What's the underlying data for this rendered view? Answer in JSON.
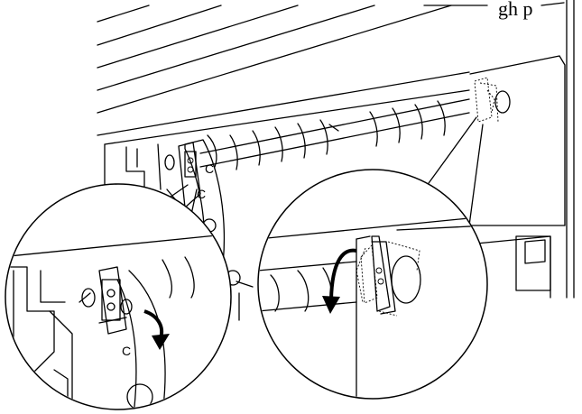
{
  "figure": {
    "top_text_fragment": "gh p",
    "labels": {
      "panel_c_main": "C",
      "panel_c_lower": "C",
      "detail_left_c": "C"
    }
  }
}
